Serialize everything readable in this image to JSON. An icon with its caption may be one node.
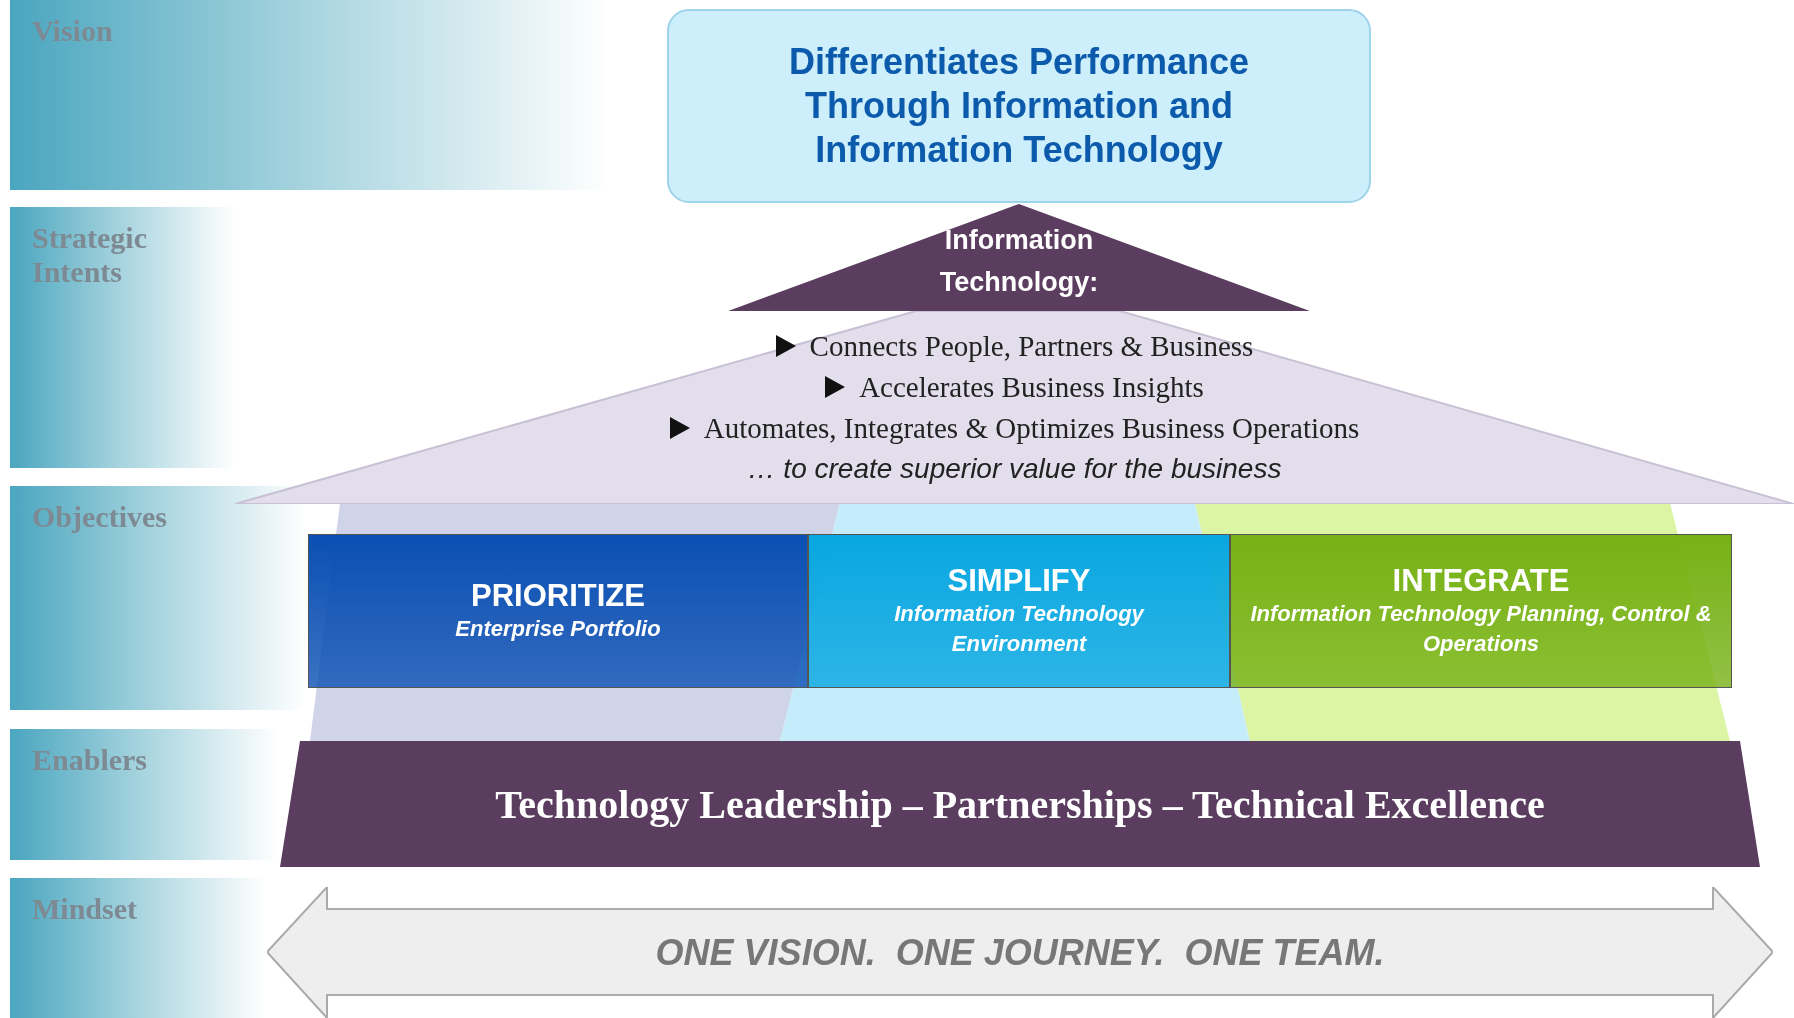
{
  "diagram": {
    "nodes": [
      {
        "text": [
          "Vision"
        ]
      },
      {
        "text": [
          "Differentiates Performance Through Information and Information Technology"
        ]
      },
      {
        "text": [
          "Strategic Intents"
        ]
      },
      {
        "text": [
          "Information Technology:"
        ]
      },
      {
        "text": [
          "Connects People, Partners & Business",
          "Accelerates Business Insights",
          "Automates, Integrates & Optimizes Business Operations",
          "… to create superior value for the business"
        ]
      },
      {
        "text": [
          "Objectives"
        ]
      },
      {
        "text": [
          "PRIORITIZE",
          "Enterprise Portfolio"
        ]
      },
      {
        "text": [
          "SIMPLIFY",
          "Information Technology Environment"
        ]
      },
      {
        "text": [
          "INTEGRATE",
          "Information Technology Planning, Control & Operations"
        ]
      },
      {
        "text": [
          "Enablers"
        ]
      },
      {
        "text": [
          "Technology Leadership – Partnerships – Technical Excellence"
        ]
      },
      {
        "text": [
          "Mindset"
        ]
      },
      {
        "text": [
          "ONE VISION.  ONE JOURNEY.  ONE TEAM."
        ]
      }
    ]
  }
}
